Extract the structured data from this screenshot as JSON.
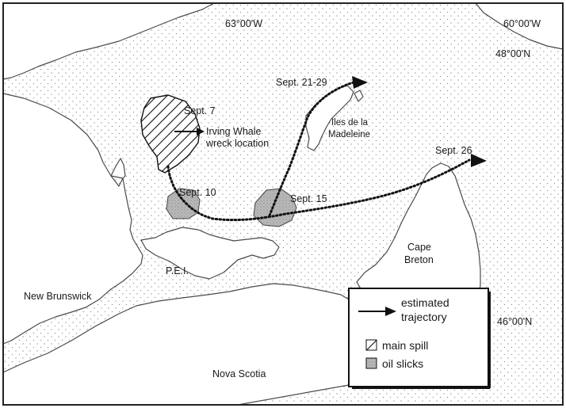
{
  "coords": {
    "lon_63": "63°00'W",
    "lon_60": "60°00'W",
    "lat_48": "48°00'N",
    "lat_46": "46°00'N"
  },
  "places": {
    "new_brunswick": "New Brunswick",
    "pei": "P.E.I.",
    "nova_scotia": "Nova Scotia",
    "cape_breton_1": "Cape",
    "cape_breton_2": "Breton",
    "iles_1": "Iles de la",
    "iles_2": "Madeleine"
  },
  "dates": {
    "sept_7": "Sept. 7",
    "sept_10": "Sept. 10",
    "sept_15": "Sept. 15",
    "sept_21_29": "Sept. 21-29",
    "sept_26": "Sept. 26"
  },
  "wreck": {
    "line1": "Irving Whale",
    "line2": "wreck location"
  },
  "legend": {
    "trajectory_1": "estimated",
    "trajectory_2": "trajectory",
    "main_spill": "main spill",
    "oil_slicks": "oil slicks"
  }
}
